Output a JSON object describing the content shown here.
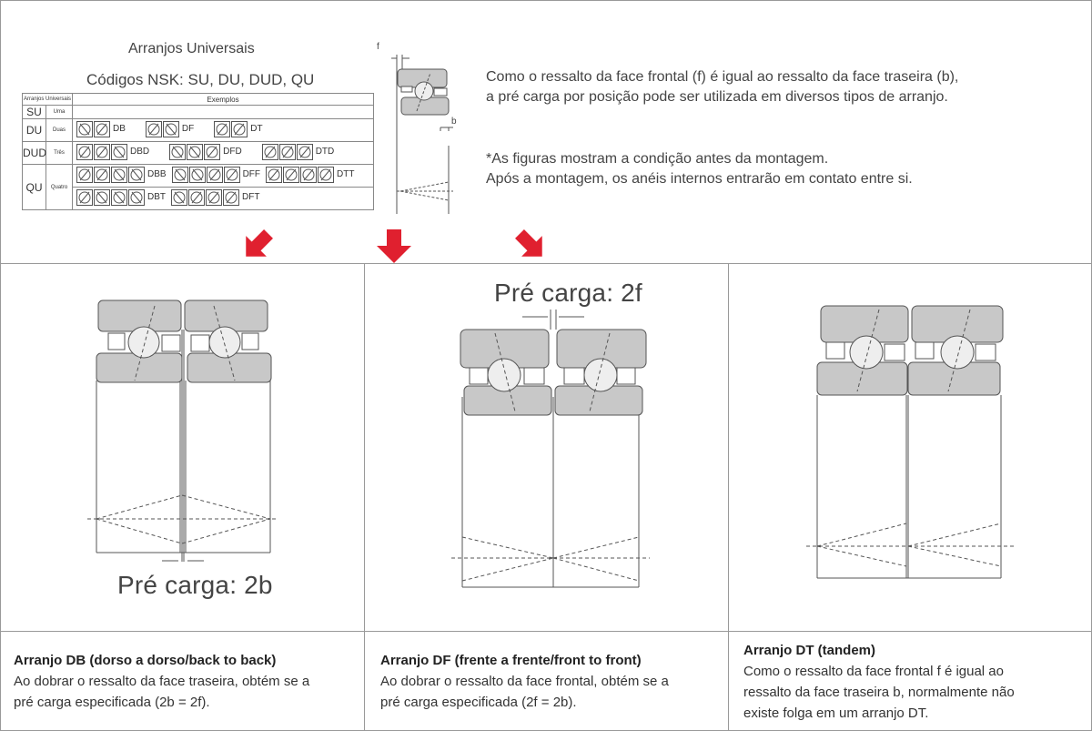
{
  "colors": {
    "accent_red": "#e0202f",
    "bearing_fill": "#c8c8c8",
    "line": "#555555"
  },
  "header": {
    "title": "Arranjos Universais",
    "subtitle": "Códigos NSK: SU, DU, DUD, QU"
  },
  "table": {
    "head_left": "Arranjos Universais",
    "head_right": "Exemplos",
    "rows": [
      {
        "code": "SU",
        "count": "Uma",
        "groups": []
      },
      {
        "code": "DU",
        "count": "Duas",
        "groups": [
          {
            "label": "DB",
            "symbols": [
              "◁",
              "▷"
            ]
          },
          {
            "label": "DF",
            "symbols": [
              "▷",
              "◁"
            ]
          },
          {
            "label": "DT",
            "symbols": [
              "▷",
              "▷"
            ]
          }
        ]
      },
      {
        "code": "DUD",
        "count": "Três",
        "groups": [
          {
            "label": "DBD",
            "symbols": [
              "▷",
              "▷",
              "◁"
            ]
          },
          {
            "label": "DFD",
            "symbols": [
              "◁",
              "◁",
              "▷"
            ]
          },
          {
            "label": "DTD",
            "symbols": [
              "▷",
              "▷",
              "▷"
            ]
          }
        ]
      },
      {
        "code": "QU",
        "count": "Quatro",
        "groups": [
          {
            "label": "DBB",
            "symbols": [
              "▷",
              "▷",
              "◁",
              "◁"
            ]
          },
          {
            "label": "DFF",
            "symbols": [
              "◁",
              "◁",
              "▷",
              "▷"
            ]
          },
          {
            "label": "DTT",
            "symbols": [
              "▷",
              "▷",
              "▷",
              "▷"
            ]
          }
        ]
      },
      {
        "code": "",
        "count": "",
        "groups": [
          {
            "label": "DBT",
            "symbols": [
              "▷",
              "◁",
              "◁",
              "◁"
            ]
          },
          {
            "label": "DFT",
            "symbols": [
              "◁",
              "▷",
              "▷",
              "▷"
            ]
          }
        ]
      }
    ]
  },
  "small_diagram": {
    "f_label": "f",
    "b_label": "b"
  },
  "info": {
    "line1": "Como o ressalto da face frontal (f) é igual ao ressalto da face traseira (b),",
    "line2": "a pré carga por posição pode ser utilizada em diversos tipos de arranjo.",
    "line3": "*As figuras mostram a condição antes da montagem.",
    "line4": "Após a montagem, os anéis internos entrarão em contato entre si."
  },
  "panels": {
    "db": {
      "preload": "Pré carga: 2b",
      "title": "Arranjo DB (dorso a dorso/back to back)",
      "body1": "Ao dobrar o ressalto da face traseira, obtém se a",
      "body2": "pré carga especificada (2b = 2f)."
    },
    "df": {
      "preload": "Pré carga: 2f",
      "title": "Arranjo DF (frente a frente/front to front)",
      "body1": "Ao dobrar o ressalto da face frontal, obtém se a",
      "body2": "pré carga especificada (2f = 2b)."
    },
    "dt": {
      "title": "Arranjo DT (tandem)",
      "body1": "Como o ressalto da face frontal f é igual ao",
      "body2": "ressalto da face traseira b, normalmente não",
      "body3": "existe folga em um arranjo DT."
    }
  }
}
